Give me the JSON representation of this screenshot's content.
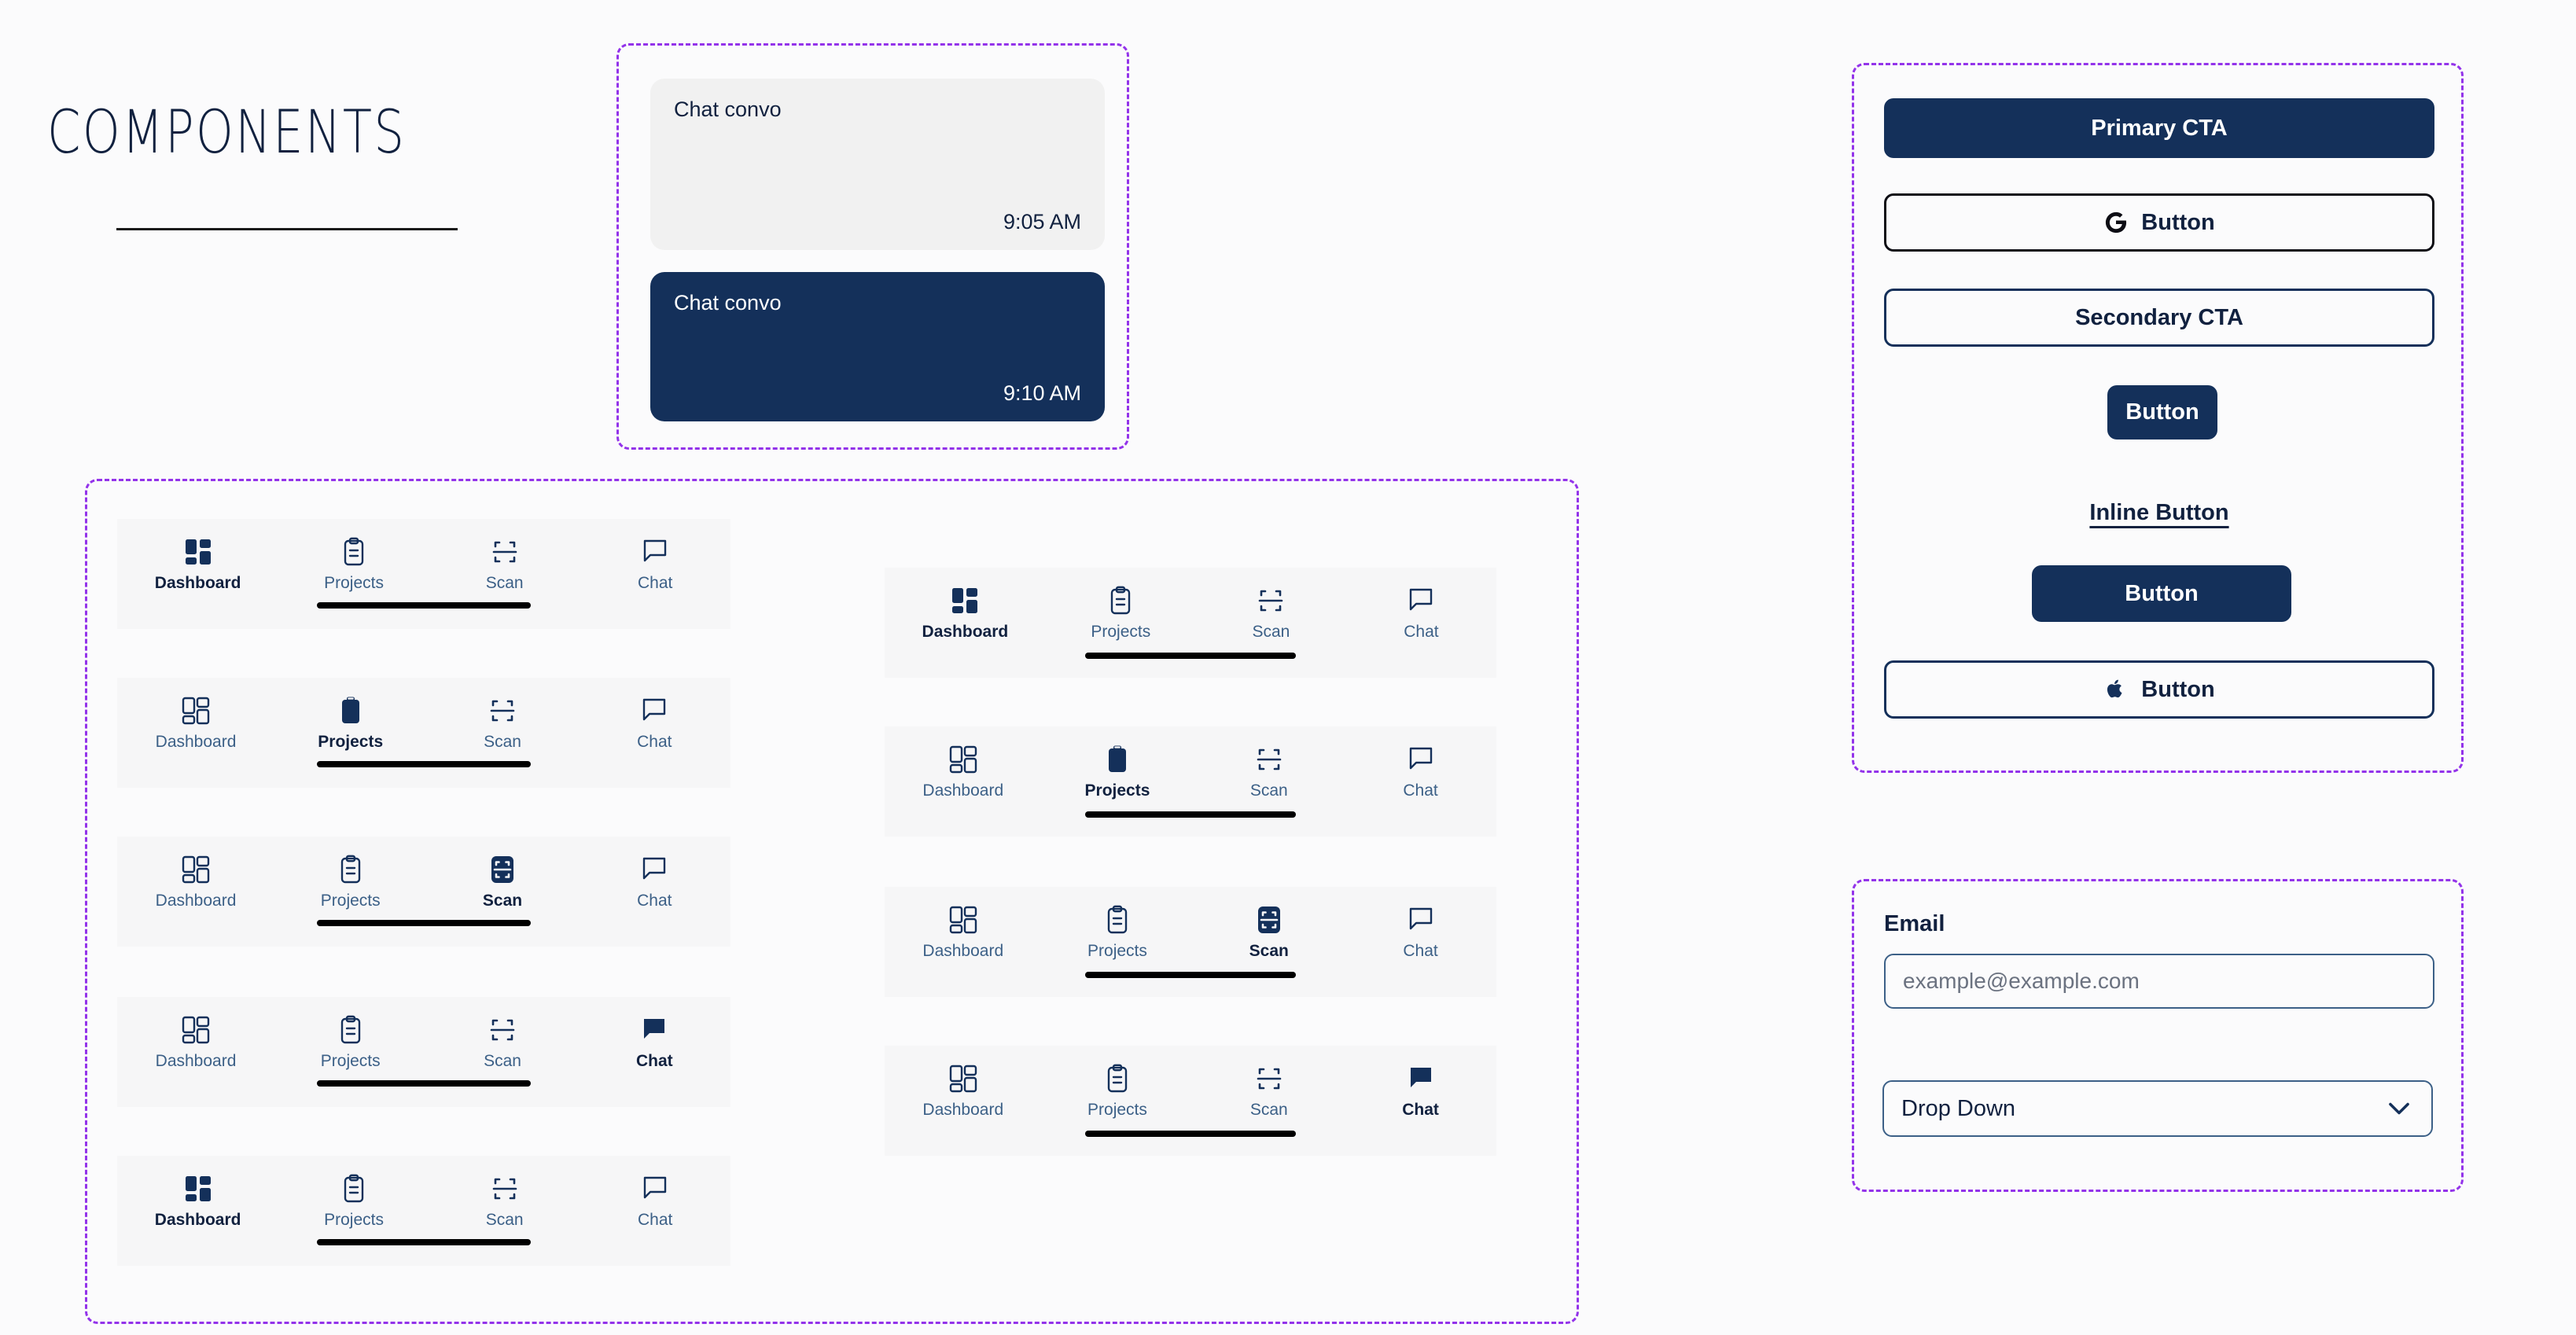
{
  "page": {
    "title": "COMPONENTS",
    "background_color": "#fbfbfc",
    "navy": "#14305a",
    "annotation_border_color": "#9333ea"
  },
  "chat": {
    "incoming": {
      "text": "Chat convo",
      "time": "9:05 AM",
      "bg": "#f1f1f1",
      "fg": "#11213f"
    },
    "outgoing": {
      "text": "Chat convo",
      "time": "9:10 AM",
      "bg": "#14305a",
      "fg": "#ffffff"
    }
  },
  "nav": {
    "labels": {
      "dashboard": "Dashboard",
      "projects": "Projects",
      "scan": "Scan",
      "chat": "Chat"
    },
    "icon_names": {
      "dashboard": "dashboard-grid-icon",
      "projects": "clipboard-icon",
      "scan": "scan-frame-icon",
      "chat": "chat-bubble-icon"
    },
    "left_column_active": [
      "dashboard",
      "projects",
      "scan",
      "chat",
      "dashboard"
    ],
    "right_column_active": [
      "dashboard",
      "projects",
      "scan",
      "chat"
    ]
  },
  "buttons": {
    "primary_cta": "Primary CTA",
    "google": "Button",
    "google_icon": "google-g-icon",
    "secondary_cta": "Secondary CTA",
    "small": "Button",
    "inline": "Inline Button",
    "medium": "Button",
    "apple": "Button",
    "apple_icon": "apple-logo-icon"
  },
  "form": {
    "email_label": "Email",
    "email_value": "",
    "email_placeholder": "example@example.com",
    "dropdown_value": "Drop Down",
    "dropdown_icon": "chevron-down-icon"
  }
}
